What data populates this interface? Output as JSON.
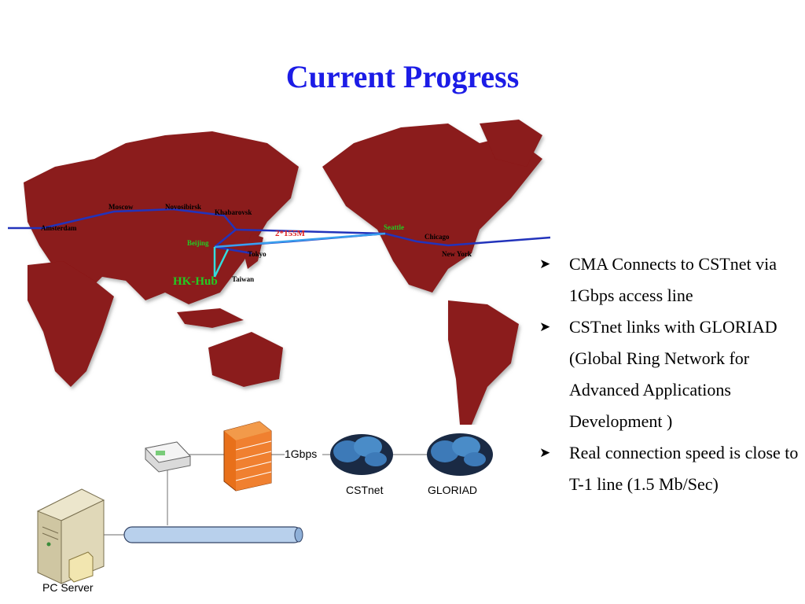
{
  "title": "Current Progress",
  "map": {
    "cities": [
      "Moscow",
      "Novosibirsk",
      "Khabarovsk",
      "Amsterdam",
      "Beijing",
      "Tokyo",
      "Taiwan",
      "Seattle",
      "Chicago",
      "New York"
    ],
    "link_label": "2*155M",
    "hub_label": "HK-Hub",
    "colors": {
      "land": "#8b1a1a",
      "ocean": "#ffffff",
      "link": "#2233bb",
      "hub": "#22cc22"
    }
  },
  "bullets": [
    "CMA Connects to CSTnet via 1Gbps access line",
    "CSTnet links with GLORIAD (Global Ring Network for Advanced Applications Development )",
    "Real connection speed is close to T-1 line (1.5 Mb/Sec)"
  ],
  "network": {
    "link_speed": "1Gbps",
    "cloud1": "CSTnet",
    "cloud2": "GLORIAD",
    "server": "PC Server"
  }
}
